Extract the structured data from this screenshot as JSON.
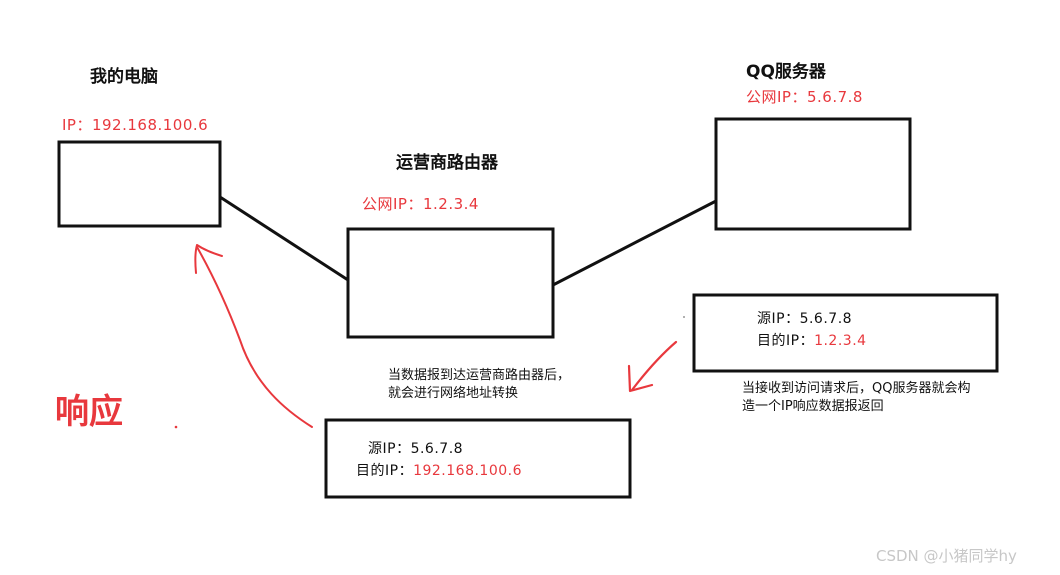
{
  "nodes": {
    "my_pc": {
      "title": "我的电脑",
      "ip": "IP：192.168.100.6"
    },
    "isp_router": {
      "title": "运营商路由器",
      "ip": "公网IP：1.2.3.4"
    },
    "qq_server": {
      "title": "QQ服务器",
      "ip": "公网IP：5.6.7.8"
    }
  },
  "packets": {
    "server_reply": {
      "src_label": "源IP：",
      "src_value": "5.6.7.8",
      "dst_label": "目的IP：",
      "dst_value": "1.2.3.4"
    },
    "translated_reply": {
      "src_label": "源IP：",
      "src_value": "5.6.7.8",
      "dst_label": "目的IP：",
      "dst_value": "192.168.100.6"
    }
  },
  "notes": {
    "router_note": [
      "当数据报到达运营商路由器后，",
      "就会进行网络地址转换"
    ],
    "server_note": [
      "当接收到访问请求后，QQ服务器就会构",
      "造一个IP响应数据报返回"
    ]
  },
  "response_label": "响应",
  "watermark": "CSDN @小猪同学hy",
  "colors": {
    "accent_red": "#e8383d",
    "stroke": "#111111"
  }
}
